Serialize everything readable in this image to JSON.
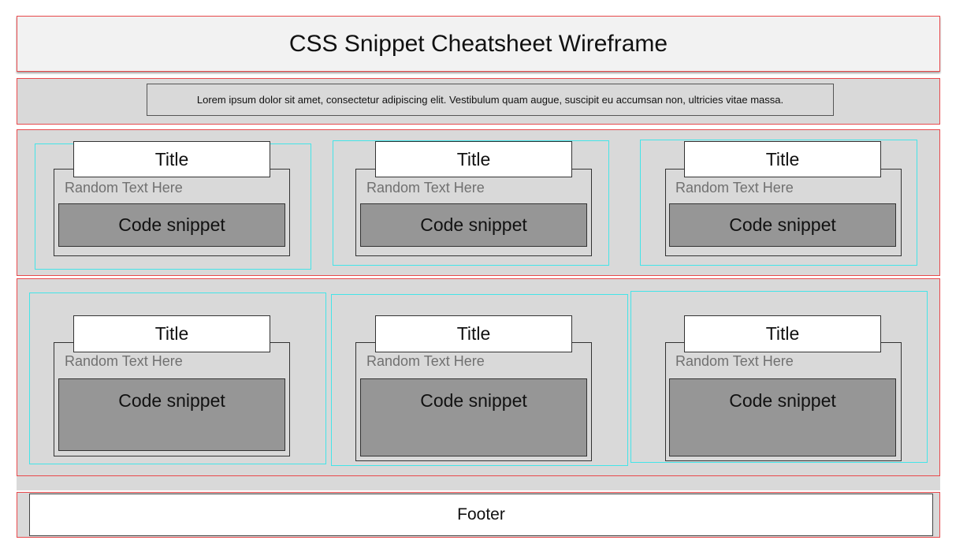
{
  "header": {
    "title": "CSS Snippet Cheatsheet Wireframe"
  },
  "intro": {
    "text": "Lorem ipsum dolor sit amet, consectetur adipiscing elit. Vestibulum quam augue, suscipit eu accumsan non, ultricies vitae massa."
  },
  "rows": [
    {
      "cards": [
        {
          "title": "Title",
          "text": "Random Text Here",
          "code": "Code snippet"
        },
        {
          "title": "Title",
          "text": "Random Text Here",
          "code": "Code snippet"
        },
        {
          "title": "Title",
          "text": "Random Text Here",
          "code": "Code snippet"
        }
      ]
    },
    {
      "cards": [
        {
          "title": "Title",
          "text": "Random Text Here",
          "code": "Code snippet"
        },
        {
          "title": "Title",
          "text": "Random Text Here",
          "code": "Code snippet"
        },
        {
          "title": "Title",
          "text": "Random Text Here",
          "code": "Code snippet"
        }
      ]
    }
  ],
  "footer": {
    "label": "Footer"
  },
  "colors": {
    "section_border": "#e8494c",
    "card_frame": "#44e4e8",
    "section_fill": "#d9d9d9",
    "code_fill": "#969696"
  }
}
